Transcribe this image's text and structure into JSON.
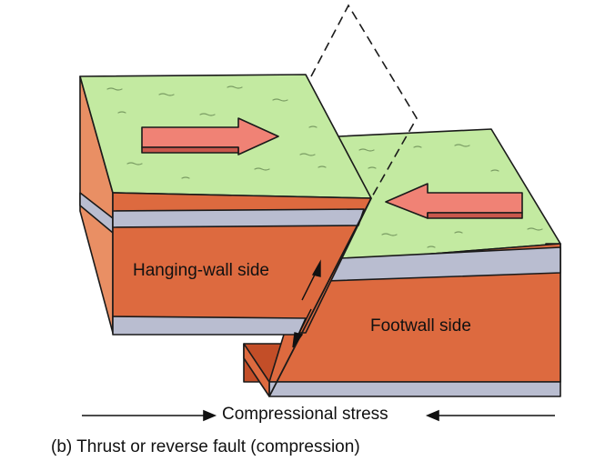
{
  "diagram": {
    "labels": {
      "hanging_wall": "Hanging-wall side",
      "footwall": "Footwall side",
      "stress": "Compressional stress",
      "caption": "(b) Thrust or reverse fault (compression)"
    },
    "colors": {
      "surface": "#c3eaa1",
      "rock": "#dd6a3f",
      "rock_dark": "#c34e28",
      "rock_light": "#e98f64",
      "layer": "#b9bdd0",
      "arrow_fill": "#f08275",
      "arrow_side": "#c8574c",
      "outline": "#1a1a1a"
    },
    "symbols": [
      "dashed-fault-plane",
      "motion-arrow-right",
      "motion-arrow-left",
      "slip-half-arrows",
      "stress-arrows"
    ]
  }
}
